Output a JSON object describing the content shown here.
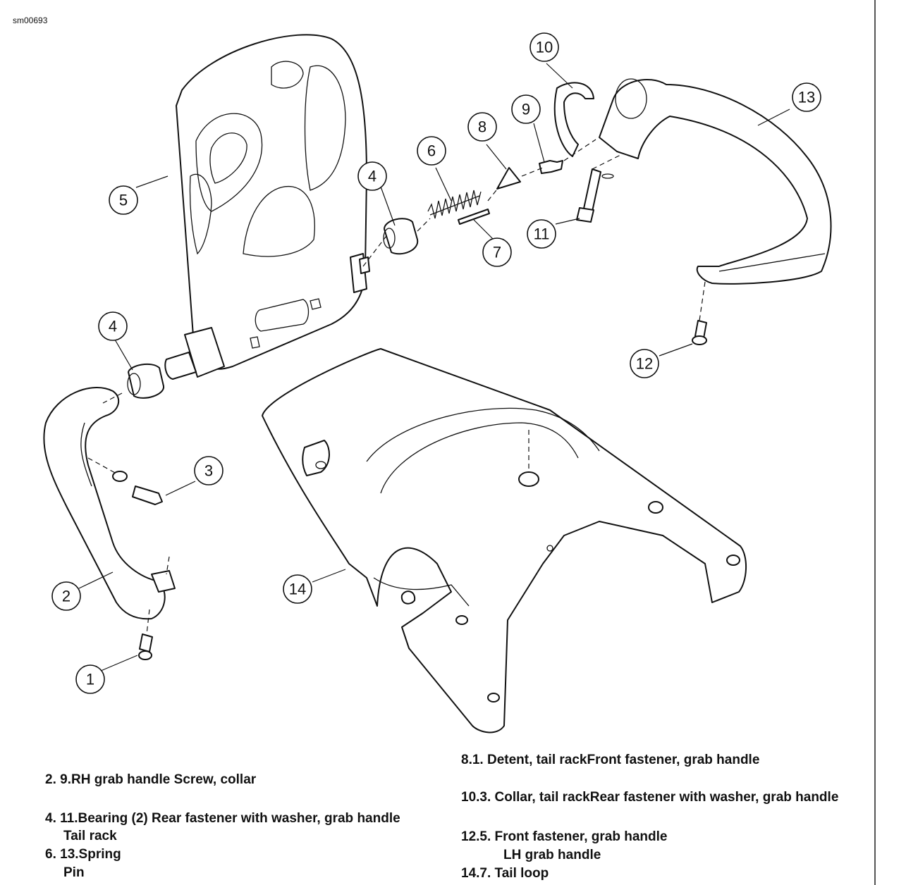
{
  "figure_id": "sm00693",
  "callouts": {
    "c1": "1",
    "c2": "2",
    "c3": "3",
    "c4a": "4",
    "c4b": "4",
    "c5": "5",
    "c6": "6",
    "c7": "7",
    "c8": "8",
    "c9": "9",
    "c10": "10",
    "c11": "11",
    "c12": "12",
    "c13": "13",
    "c14": "14"
  },
  "legend": {
    "left": [
      "2. 9.RH grab handle Screw, collar",
      "4. 11.Bearing (2) Rear fastener with washer, grab handle",
      "Tail rack",
      "6. 13.Spring",
      "Pin"
    ],
    "right": [
      "8.1. Detent, tail rackFront fastener, grab handle",
      "10.3. Collar, tail rackRear fastener with washer, grab handle",
      "12.5. Front fastener, grab handle",
      "LH grab handle",
      "14.7. Tail loop"
    ]
  }
}
